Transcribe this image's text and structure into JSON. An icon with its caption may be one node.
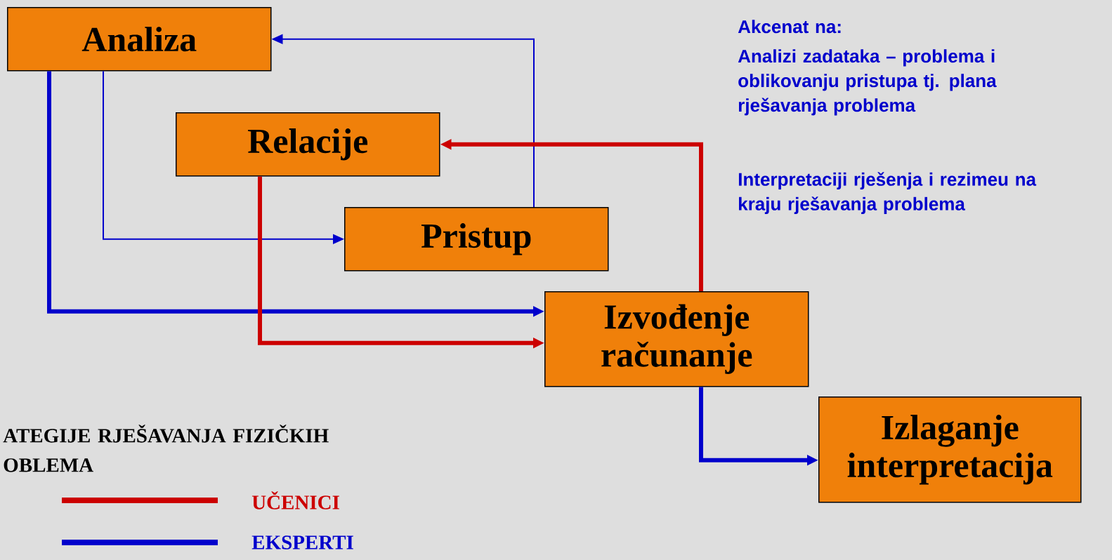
{
  "diagram": {
    "nodes": [
      {
        "text": [
          "Analiza"
        ]
      },
      {
        "text": [
          "Relacije"
        ]
      },
      {
        "text": [
          "Pristup"
        ]
      },
      {
        "text": [
          "Izvođenje računanje"
        ]
      },
      {
        "text": [
          "Izlaganje interpretacija"
        ]
      }
    ],
    "edges": [
      {
        "from": 0,
        "to": 3,
        "arrow": "to"
      },
      {
        "from": 0,
        "to": 2,
        "arrow": "to"
      },
      {
        "from": 2,
        "to": 0,
        "arrow": "to"
      },
      {
        "from": 1,
        "to": 3,
        "arrow": "to",
        "color": "#cc0000"
      },
      {
        "from": 3,
        "to": 1,
        "arrow": "to",
        "color": "#cc0000"
      },
      {
        "from": 3,
        "to": 4,
        "arrow": "to"
      }
    ],
    "labels": [
      "Akcenat na:",
      "Analizi zadataka – problema i oblikovanju pristupa tj. plana rješavanja problema",
      "Interpretaciji rješenja i rezimeu na kraju rješavanja problema",
      "ATEGIJE RJEŠAVANJA FIZIČKIH OBLEMA"
    ],
    "legend": [
      {
        "text": "UČENICI"
      },
      {
        "text": "EKSPERTI"
      }
    ]
  }
}
